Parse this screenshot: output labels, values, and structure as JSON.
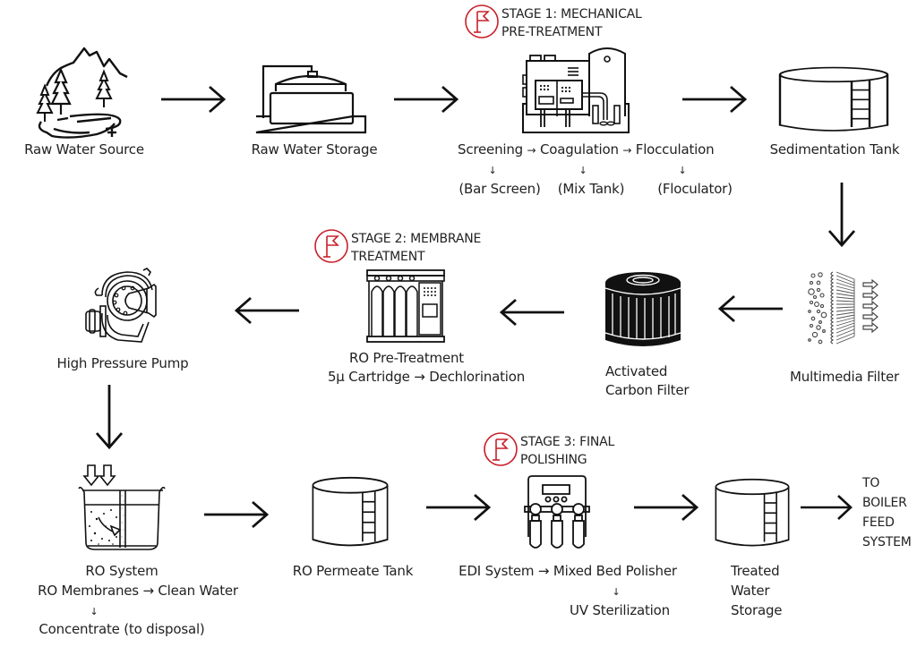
{
  "diagram": {
    "title": "Boiler Feed Water Treatment Process",
    "accent_color": "#c8202a",
    "line_color": "#111111",
    "stages": [
      {
        "line1": "STAGE 1: MECHANICAL",
        "line2": "PRE-TREATMENT",
        "icon": "flag-icon"
      },
      {
        "line1": "STAGE 2: MEMBRANE",
        "line2": "TREATMENT",
        "icon": "flag-icon"
      },
      {
        "line1": "STAGE 3: FINAL",
        "line2": "POLISHING",
        "icon": "flag-icon"
      }
    ],
    "nodes": {
      "raw_water_source": {
        "label": "Raw Water Source",
        "icon": "lake-mountain-icon"
      },
      "raw_water_storage": {
        "label": "Raw Water Storage",
        "icon": "storage-tank-icon"
      },
      "mechanical": {
        "icon": "treatment-plant-icon",
        "steps": [
          "Screening",
          "Coagulation",
          "Flocculation"
        ],
        "substeps": [
          "(Bar Screen)",
          "(Mix Tank)",
          "(Floculator)"
        ],
        "arrow": "→",
        "down_arrow": "↓"
      },
      "sedimentation_tank": {
        "label": "Sedimentation Tank",
        "icon": "tank-ladder-icon"
      },
      "multimedia_filter": {
        "label": "Multimedia Filter",
        "icon": "filter-media-icon"
      },
      "activated_carbon_filter": {
        "line1": "Activated",
        "line2": "Carbon Filter",
        "icon": "carbon-cartridge-icon"
      },
      "ro_pretreatment": {
        "line1": "RO Pre-Treatment",
        "line2": "5µ Cartridge → Dechlorination",
        "icon": "cartridge-rack-icon"
      },
      "high_pressure_pump": {
        "label": "High Pressure Pump",
        "icon": "pump-icon"
      },
      "ro_system": {
        "line1": "RO System",
        "line2": "RO Membranes → Clean Water",
        "down_arrow": "↓",
        "line3": "Concentrate (to disposal)",
        "icon": "membrane-beaker-icon"
      },
      "ro_permeate_tank": {
        "label": "RO Permeate Tank",
        "icon": "tank-ladder-icon"
      },
      "edi_system": {
        "line1": "EDI System → Mixed Bed Polisher",
        "down_arrow": "↓",
        "line2": "UV Sterilization",
        "icon": "edi-unit-icon"
      },
      "treated_water_storage": {
        "line1": "Treated",
        "line2": "Water",
        "line3": "Storage",
        "icon": "tank-ladder-icon"
      },
      "destination": {
        "line1": "TO",
        "line2": "BOILER",
        "line3": "FEED",
        "line4": "SYSTEM"
      }
    }
  }
}
